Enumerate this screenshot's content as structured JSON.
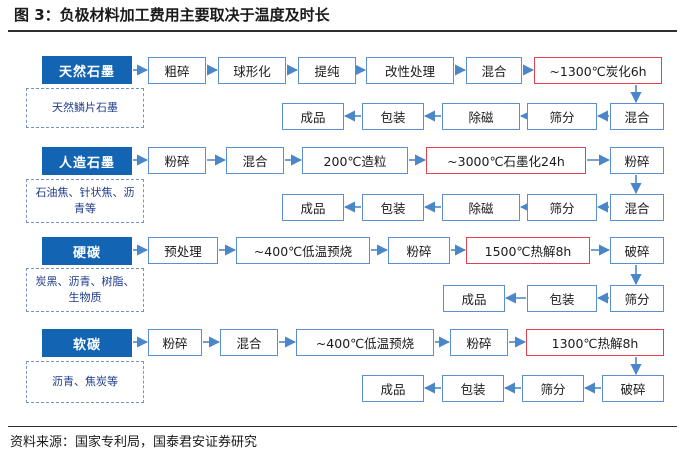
{
  "title": "图 3：负极材料加工费用主要取决于温度及时长",
  "source": "资料来源：国家专利局，国泰君安证券研究",
  "rows": [
    {
      "category": "天然石墨",
      "raw": "天然鳞片石墨",
      "top_steps": [
        "粗碎",
        "球形化",
        "提纯",
        "改性处理",
        "混合",
        "~1300℃炭化6h"
      ],
      "bottom_steps": [
        "成品",
        "包装",
        "除磁",
        "筛分",
        "混合"
      ]
    },
    {
      "category": "人造石墨",
      "raw": "石油焦、针状焦、沥青等",
      "top_steps": [
        "粉碎",
        "混合",
        "200℃造粒",
        "~3000℃石墨化24h",
        "粉碎"
      ],
      "bottom_steps": [
        "成品",
        "包装",
        "除磁",
        "筛分",
        "混合"
      ]
    },
    {
      "category": "硬碳",
      "raw": "炭黑、沥青、树脂、生物质",
      "top_steps": [
        "预处理",
        "~400℃低温预烧",
        "粉碎",
        "1500℃热解8h",
        "破碎"
      ],
      "bottom_steps": [
        "成品",
        "包装",
        "筛分"
      ]
    },
    {
      "category": "软碳",
      "raw": "沥青、焦炭等",
      "top_steps": [
        "粉碎",
        "混合",
        "~400℃低温预烧",
        "粉碎",
        "1300℃热解8h"
      ],
      "bottom_steps": [
        "成品",
        "包装",
        "筛分",
        "破碎"
      ]
    }
  ]
}
